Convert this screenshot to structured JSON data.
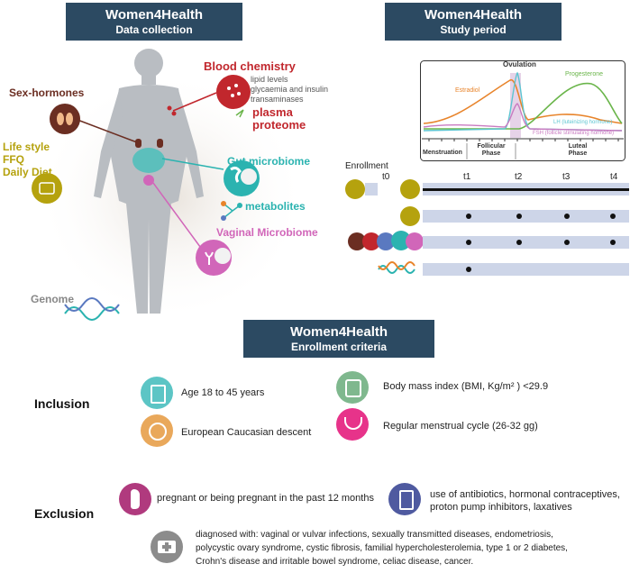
{
  "panels": {
    "data_collection": {
      "title": "Women4Health",
      "subtitle": "Data collection"
    },
    "study_period": {
      "title": "Women4Health",
      "subtitle": "Study period"
    },
    "enrollment_criteria": {
      "title": "Women4Health",
      "subtitle": "Enrollment criteria"
    }
  },
  "data_collection": {
    "blood_chemistry": "Blood chemistry",
    "blood_details": [
      "lipid levels",
      "glycaemia and insulin",
      "transaminases"
    ],
    "plasma_proteome_line1": "plasma",
    "plasma_proteome_line2": "proteome",
    "sex_hormones": "Sex-hormones",
    "lifestyle": [
      "Life style",
      "FFQ",
      "Daily Diet"
    ],
    "gut_microbiome": "Gut microbiome",
    "metabolites": "metabolites",
    "vaginal_microbiome": "Vaginal Microbiome",
    "genome": "Genome"
  },
  "study_period": {
    "hormones": {
      "ovulation": "Ovulation",
      "estradiol": "Estradiol",
      "progesterone": "Progesterone",
      "lh": "LH (luteinizing hormone)",
      "fsh": "FSH (follicle stimulating hormone)",
      "phases": [
        "Menstruation",
        "Follicular Phase",
        "Luteal Phase"
      ]
    },
    "enrollment_label": "Enrollment",
    "timepoints": [
      "t0",
      "t1",
      "t2",
      "t3",
      "t4"
    ]
  },
  "inclusion": {
    "label": "Inclusion",
    "items": [
      "Age 18 to 45 years",
      "European Caucasian descent",
      "Body mass index (BMI, Kg/m²  ) <29.9",
      "Regular menstrual cycle (26-32 gg)"
    ]
  },
  "exclusion": {
    "label": "Exclusion",
    "pregnancy": "pregnant or being pregnant in the past 12 months",
    "medication": [
      "use of antibiotics, hormonal contraceptives,",
      "proton pump inhibitors, laxatives"
    ],
    "diagnosed": [
      "diagnosed with: vaginal or vulvar infections, sexually transmitted diseases, endometriosis,",
      "polycystic ovary syndrome,  cystic fibrosis, familial hypercholesterolemia, type 1 or 2 diabetes,",
      "Crohn's disease and irritable bowel syndrome, celiac disease, cancer."
    ]
  },
  "colors": {
    "header": "#2c4a62",
    "blood": "#c1272d",
    "sex_hormones": "#6b2e22",
    "lifestyle": "#b5a20e",
    "gut": "#2bb3b0",
    "vaginal": "#d166b9",
    "estradiol": "#e8842b",
    "progesterone": "#6ab54a",
    "lh": "#5cc5d1",
    "fsh": "#c97bc1",
    "timeline_bar": "#cdd5e8"
  }
}
